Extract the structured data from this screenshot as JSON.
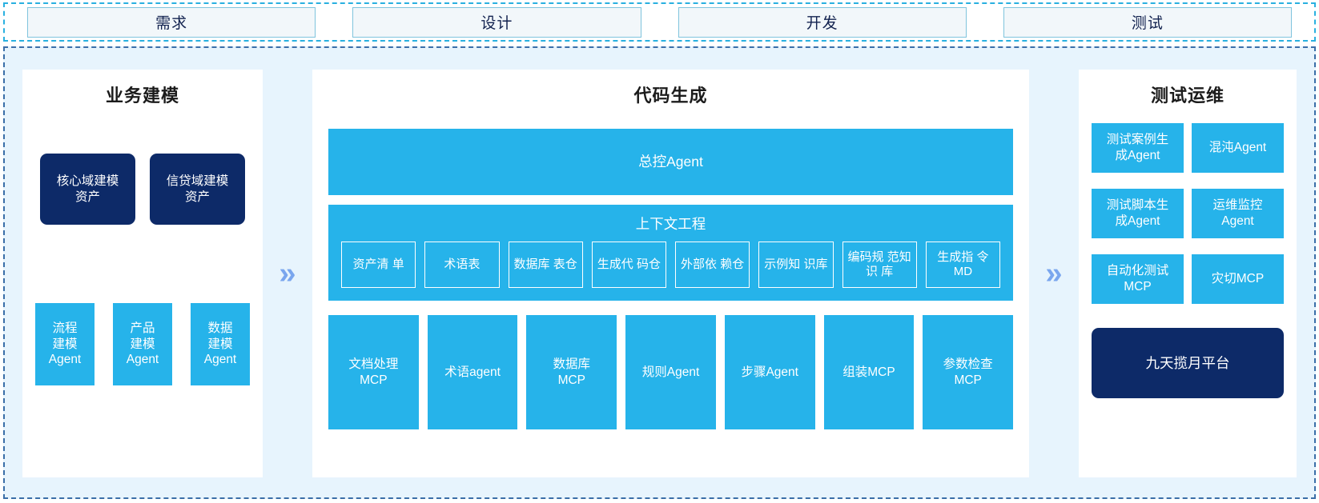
{
  "phases": {
    "items": [
      {
        "label": "需求"
      },
      {
        "label": "设计"
      },
      {
        "label": "开发"
      },
      {
        "label": "测试"
      }
    ]
  },
  "separators": {
    "glyph": "»"
  },
  "colors": {
    "cyan": "#26b3ea",
    "navy": "#0d2a68",
    "panel_bg": "#e7f4fd",
    "chevron": "#7aa6ee",
    "phase_border": "#7fc4dd",
    "phase_fill": "#f2f7fa"
  },
  "business_modeling": {
    "title": "业务建模",
    "assets": [
      {
        "label": "核心域建模\n资产"
      },
      {
        "label": "信贷域建模\n资产"
      }
    ],
    "agents": [
      {
        "label": "流程\n建模\nAgent"
      },
      {
        "label": "产品\n建模\nAgent"
      },
      {
        "label": "数据\n建模\nAgent"
      }
    ]
  },
  "code_generation": {
    "title": "代码生成",
    "master_agent": "总控Agent",
    "context_engineering": {
      "title": "上下文工程",
      "chips": [
        {
          "label": "资产清\n单"
        },
        {
          "label": "术语表"
        },
        {
          "label": "数据库\n表仓"
        },
        {
          "label": "生成代\n码仓"
        },
        {
          "label": "外部依\n赖仓"
        },
        {
          "label": "示例知\n识库"
        },
        {
          "label": "编码规\n范知识\n库"
        },
        {
          "label": "生成指\n令MD"
        }
      ]
    },
    "components": [
      {
        "label": "文档处理\nMCP"
      },
      {
        "label": "术语agent"
      },
      {
        "label": "数据库\nMCP"
      },
      {
        "label": "规则Agent"
      },
      {
        "label": "步骤Agent"
      },
      {
        "label": "组装MCP"
      },
      {
        "label": "参数检查\nMCP"
      }
    ]
  },
  "test_ops": {
    "title": "测试运维",
    "items": [
      {
        "label": "测试案例生\n成Agent"
      },
      {
        "label": "混沌Agent"
      },
      {
        "label": "测试脚本生\n成Agent"
      },
      {
        "label": "运维监控\nAgent"
      },
      {
        "label": "自动化测试\nMCP"
      },
      {
        "label": "灾切MCP"
      }
    ],
    "platform": "九天揽月平台"
  }
}
